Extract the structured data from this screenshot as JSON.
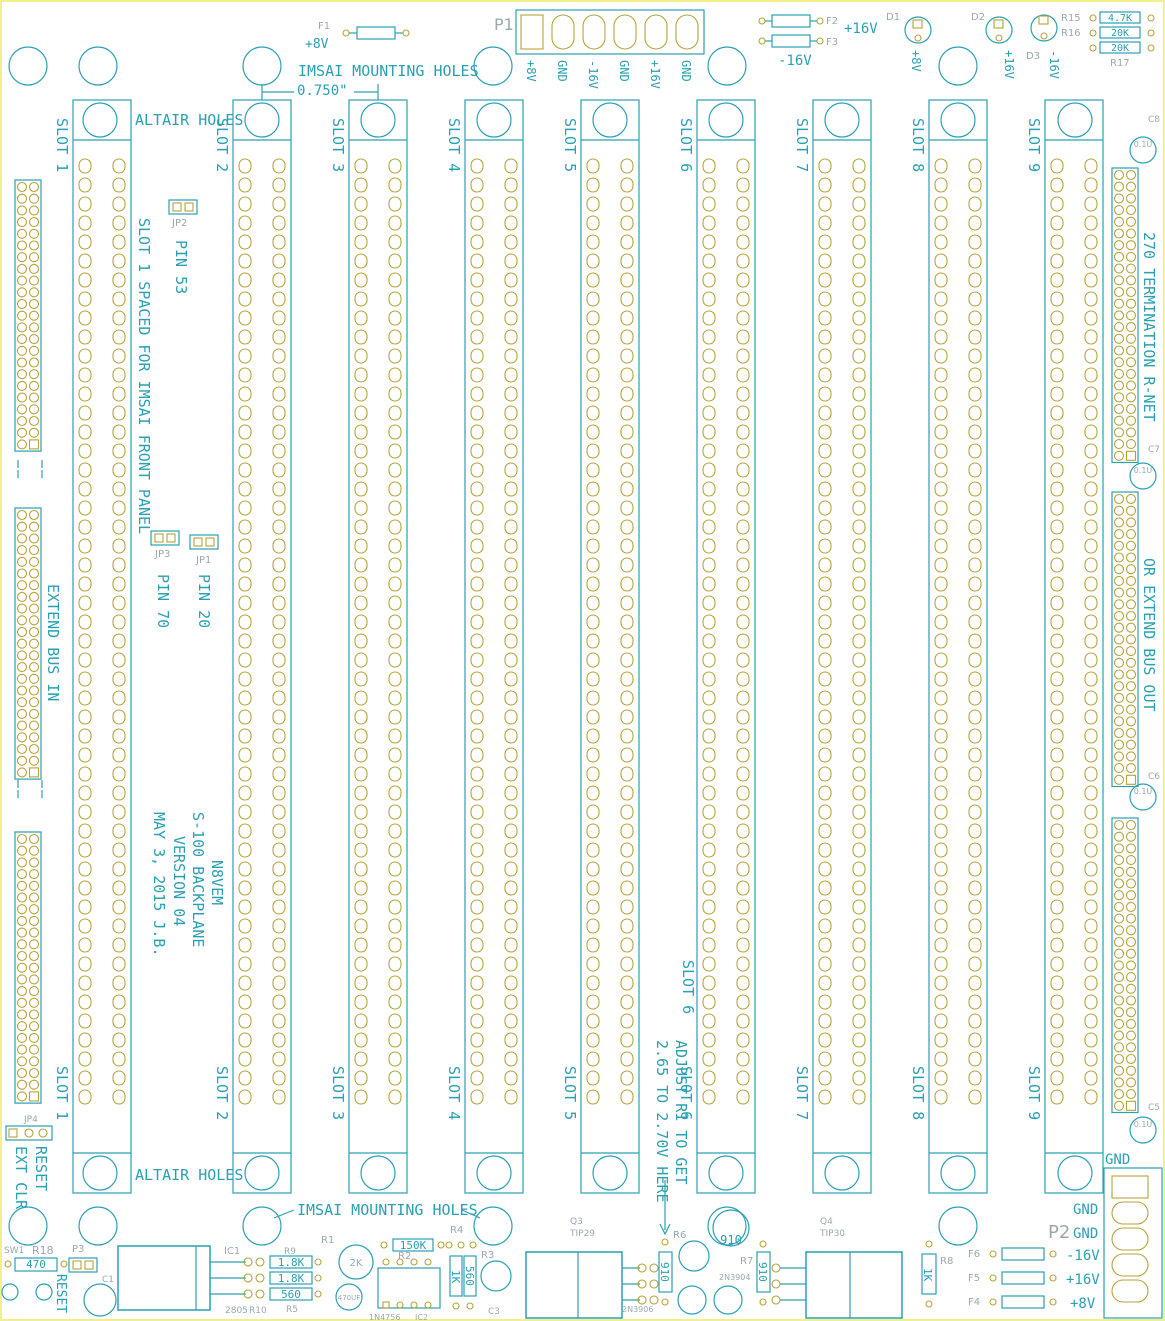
{
  "colors": {
    "silk": "#2aa0b3",
    "pad": "#b8a23a",
    "grey": "#9aa8b0",
    "border": "#f2f08c"
  },
  "slot_label_prefix": "SLOT",
  "top_slots": [
    "SLOT 1",
    "SLOT 2",
    "SLOT 3",
    "SLOT 4",
    "SLOT 5",
    "SLOT 6",
    "SLOT 7",
    "SLOT 8",
    "SLOT 9"
  ],
  "bottom_slots": [
    "SLOT 1",
    "SLOT 2",
    "SLOT 3",
    "SLOT 4",
    "SLOT 5",
    "SLOT 6",
    "SLOT 7",
    "SLOT 8",
    "SLOT 9"
  ],
  "labels": {
    "altair_holes": "ALTAIR HOLES",
    "imsai_holes": "IMSAI MOUNTING HOLES",
    "spacing": "0.750\"",
    "slot1_spaced": "SLOT 1 SPACED FOR IMSAI FRONT PANEL",
    "pin53": "PIN 53",
    "pin70": "PIN 70",
    "pin20": "PIN 20",
    "extend_in": "EXTEND BUS IN",
    "termination": "270 TERMINATION R-NET",
    "extend_out": "OR EXTEND BUS OUT",
    "reset": "RESET",
    "ext_clr": "EXT CLR",
    "adjust_1": "ADJUST R1 TO GET",
    "adjust_2": "2.65 TO 2.70V HERE",
    "slot6_mid": "SLOT 6"
  },
  "credits": [
    "N8VEM",
    "S-100 BACKPLANE",
    "VERSION 04",
    "MAY 3, 2015  J.B."
  ],
  "refdes": {
    "p1": "P1",
    "p2": "P2",
    "p3": "P3",
    "f1": "F1",
    "f2": "F2",
    "f3": "F3",
    "f4": "F4",
    "f5": "F5",
    "f6": "F6",
    "d1": "D1",
    "d2": "D2",
    "d3": "D3",
    "r15": "R15",
    "r16": "R16",
    "r17": "R17",
    "r2": "R2",
    "r4": "R4",
    "r1": "R1",
    "r3": "R3",
    "r6": "R6",
    "r7": "R7",
    "r8": "R8",
    "r9": "R9",
    "r5": "R5",
    "r10": "R10",
    "r18": "R18",
    "jp1": "JP1",
    "jp2": "JP2",
    "jp3": "JP3",
    "jp4": "JP4",
    "ic1": "IC1",
    "ic2": "IC2",
    "q3": "Q3",
    "q4": "Q4",
    "sw1": "SW1",
    "c1": "C1",
    "c3": "C3",
    "c5": "C5",
    "c6": "C6",
    "c7": "C7",
    "c8": "C8"
  },
  "voltages": {
    "f1": "+8V",
    "f2": "+16V",
    "f3": "-16V",
    "d1": "+8V",
    "d2": "+16V",
    "d3": "-16V",
    "p1_pins": [
      "+8V",
      "GND",
      "-16V",
      "GND",
      "+16V",
      "GND"
    ],
    "p2_pins": [
      "GND",
      "GND",
      "-16V",
      "+16V",
      "+8V"
    ]
  },
  "values": {
    "r15": "4.7K",
    "r16": "20K",
    "r17": "20K",
    "r2": "150K",
    "r4": "1K",
    "r3b": "560",
    "r9": "1.8K",
    "r10": "1.8K",
    "r5": "560",
    "r6": "910",
    "r7": "910",
    "r8": "1K",
    "r18": "470",
    "r1": "2K",
    "c_top": "910",
    "ic1": "2805",
    "q3": "TIP29",
    "q4": "TIP30",
    "q1": "2N3904",
    "q2": "2N3906",
    "ic2": "1N4756",
    "c_small": "470UF",
    "c_cap": "0.1U"
  }
}
